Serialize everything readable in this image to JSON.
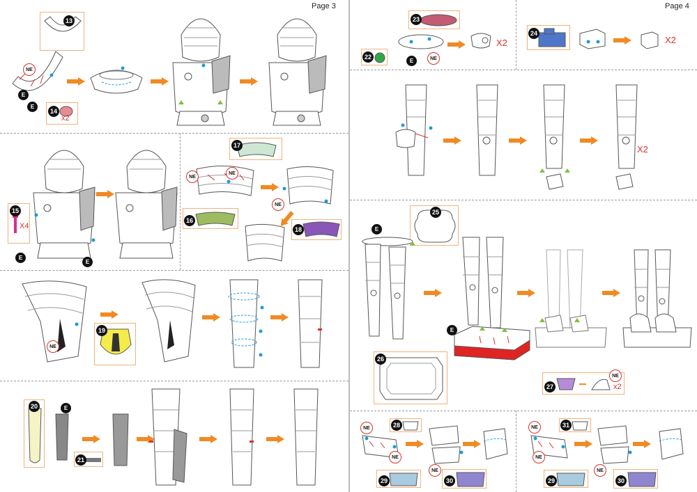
{
  "pages": {
    "left": {
      "label": "Page 3"
    },
    "right": {
      "label": "Page 4"
    }
  },
  "markers": {
    "ne": "NE",
    "e": "E"
  },
  "quantities": {
    "x2": "X2",
    "x4": "X4",
    "x2_lower": "x2"
  },
  "part_numbers": {
    "p13": "13",
    "p14": "14",
    "p15": "15",
    "p16": "16",
    "p17": "17",
    "p18": "18",
    "p19": "19",
    "p20": "20",
    "p21": "21",
    "p22": "22",
    "p23": "23",
    "p24": "24",
    "p25": "25",
    "p26": "26",
    "p27": "27",
    "p28": "28",
    "p29": "29",
    "p30": "30",
    "p31": "31"
  },
  "colors": {
    "arrow": "#f08a24",
    "part_14": "#e88b95",
    "part_15": "#d6308c",
    "part_16": "#9dbb5f",
    "part_17": "#cde7d4",
    "part_18": "#8a56b7",
    "part_19": "#f4ec4a",
    "part_20": "#f6f3c4",
    "part_22": "#2fa84a",
    "part_23": "#c45a73",
    "part_24": "#4f77c9",
    "part_26": "#e02424",
    "part_27": "#b78bd9",
    "part_29": "#a9cbe0",
    "part_30": "#8f86cf",
    "dot_blue": "#1f9ad6",
    "tab_green": "#7bc142",
    "inset_border": "#f0b27a"
  }
}
